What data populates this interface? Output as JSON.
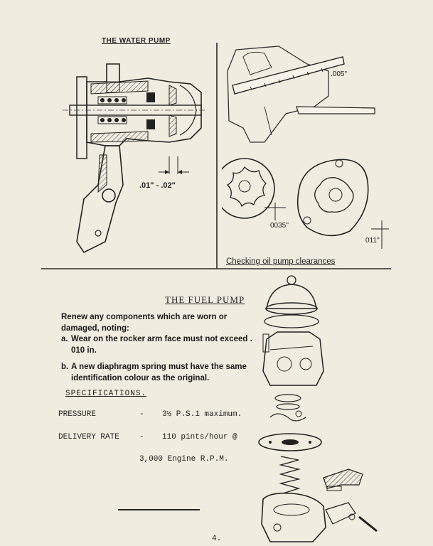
{
  "water_pump": {
    "title": "THE WATER PUMP",
    "clearance_label": ".01\" - .02\""
  },
  "oil_pump": {
    "gauge_label": ".005\"",
    "rotor_label": "0035''",
    "body_label": "011''",
    "caption": "Checking oil pump clearances"
  },
  "fuel_pump": {
    "title": "THE FUEL PUMP",
    "intro": "Renew any components which are worn or damaged, noting:",
    "items": [
      {
        "letter": "a.",
        "text": "Wear on the rocker arm face must not exceed . 010 in."
      },
      {
        "letter": "b.",
        "text": "A new diaphragm spring must have the same identification colour as the original."
      }
    ]
  },
  "specifications": {
    "heading": "SPECIFICATIONS.",
    "rows": [
      {
        "label": "PRESSURE",
        "dash": "-",
        "value": "3½ P.S.1 maximum."
      },
      {
        "label": "DELIVERY RATE",
        "dash": "-",
        "value": "110 pints/hour @"
      },
      {
        "label": "",
        "dash": "",
        "value": "3,000 Engine R.P.M."
      }
    ]
  },
  "page_number": "4."
}
